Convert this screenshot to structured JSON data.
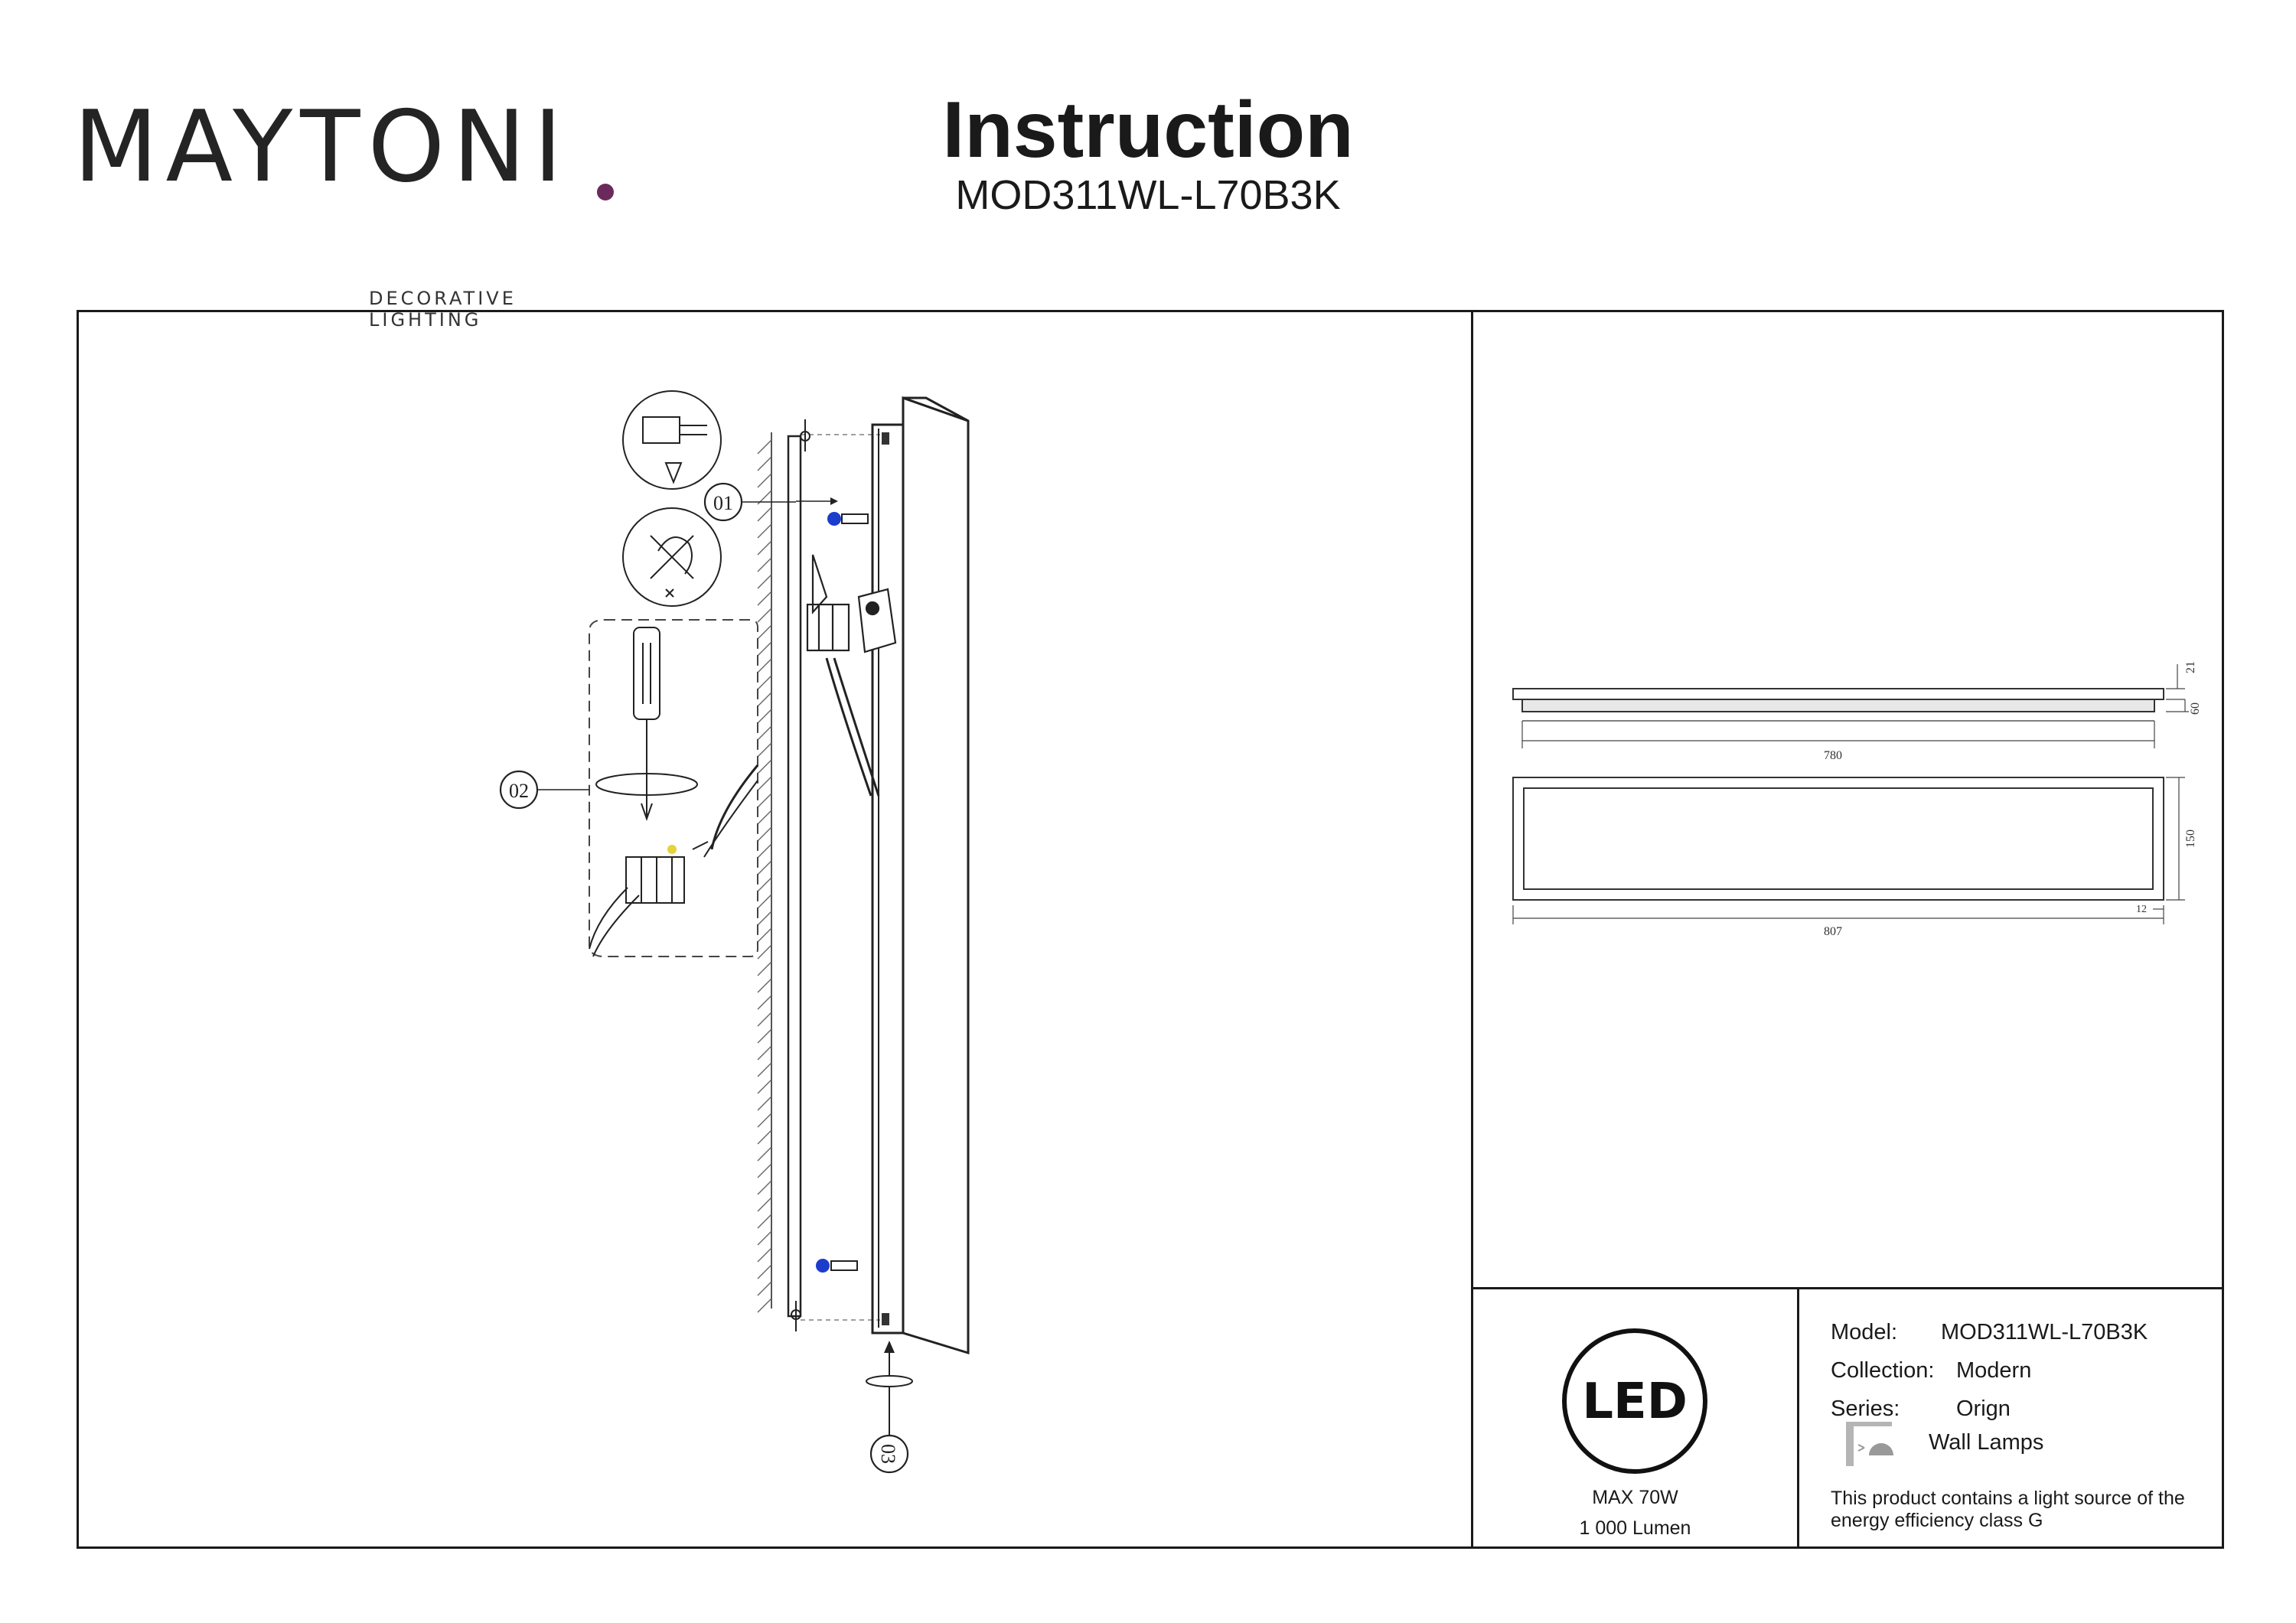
{
  "brand": {
    "name": "MAYTONI",
    "tagline": "DECORATIVE LIGHTING",
    "accent_color": "#6b2a5c"
  },
  "header": {
    "title": "Instruction",
    "model": "MOD311WL-L70B3K"
  },
  "assembly": {
    "step_labels": [
      "01",
      "02",
      "03"
    ]
  },
  "dimensions": {
    "depth_top": "21",
    "height": "60",
    "inner_length": "780",
    "width": "150",
    "total_length": "807",
    "frame_border": "12"
  },
  "led": {
    "badge": "LED",
    "power": "MAX 70W",
    "lumen": "1 000 Lumen"
  },
  "specs": {
    "model_label": "Model:",
    "model_value": "MOD311WL-L70B3K",
    "collection_label": "Collection:",
    "collection_value": "Modern",
    "series_label": "Series:",
    "series_value": "Orign",
    "type_icon": "wall-lamp-icon",
    "type_value": "Wall Lamps",
    "energy_note": "This product contains a light source of the energy efficiency class G"
  }
}
